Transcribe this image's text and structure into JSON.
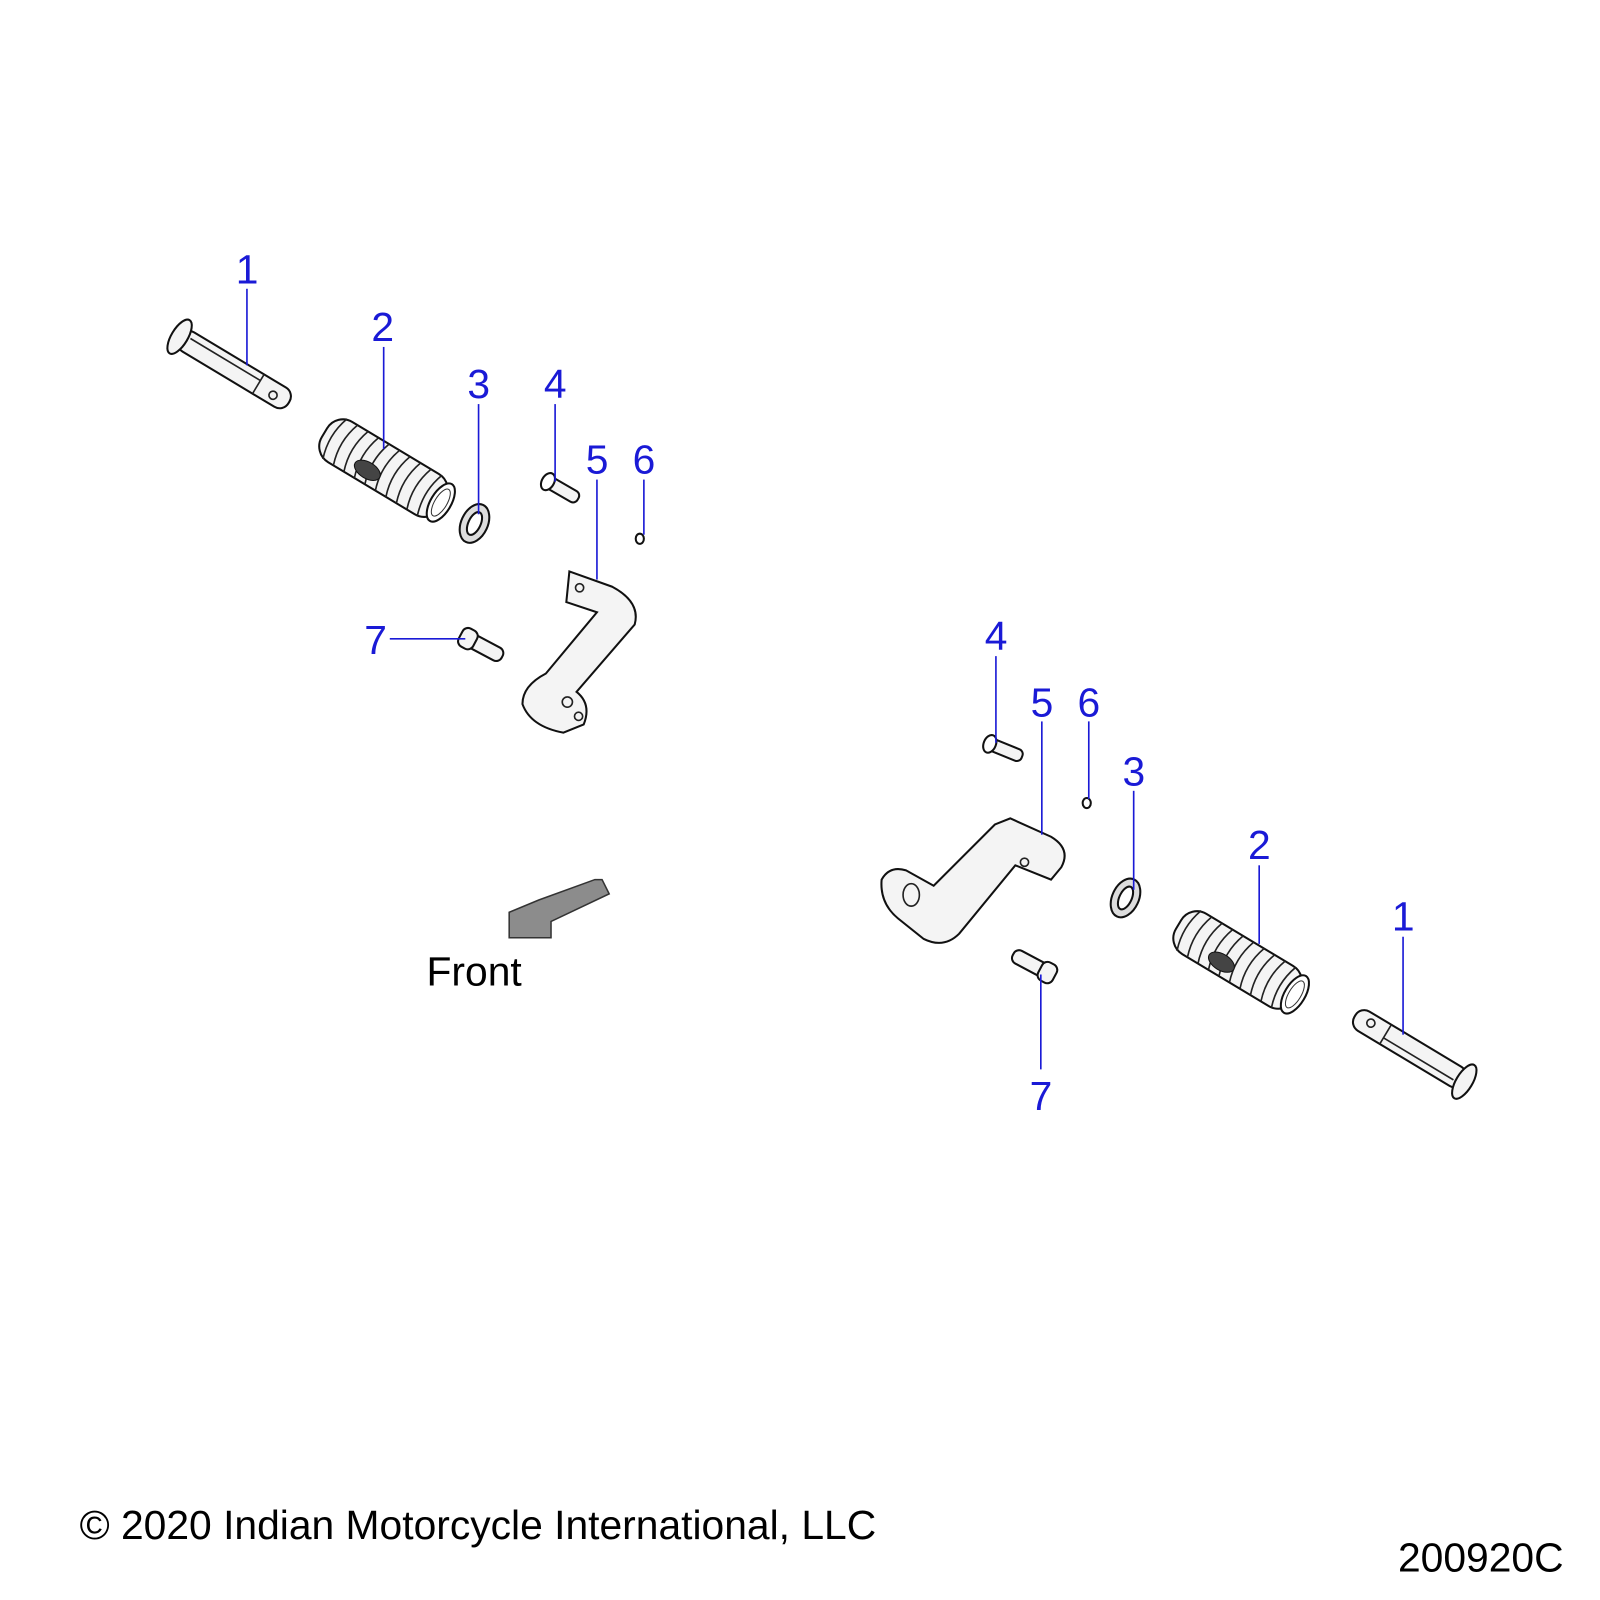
{
  "diagram": {
    "left_assembly": {
      "callouts": [
        "1",
        "2",
        "3",
        "4",
        "5",
        "6",
        "7"
      ]
    },
    "right_assembly": {
      "callouts": [
        "1",
        "2",
        "3",
        "4",
        "5",
        "6",
        "7"
      ]
    },
    "direction_label": "Front",
    "copyright": "© 2020 Indian Motorcycle International, LLC",
    "figure_id": "200920C",
    "colors": {
      "callout": "#1a1ad6",
      "arrow": "#8c8c8c"
    }
  }
}
